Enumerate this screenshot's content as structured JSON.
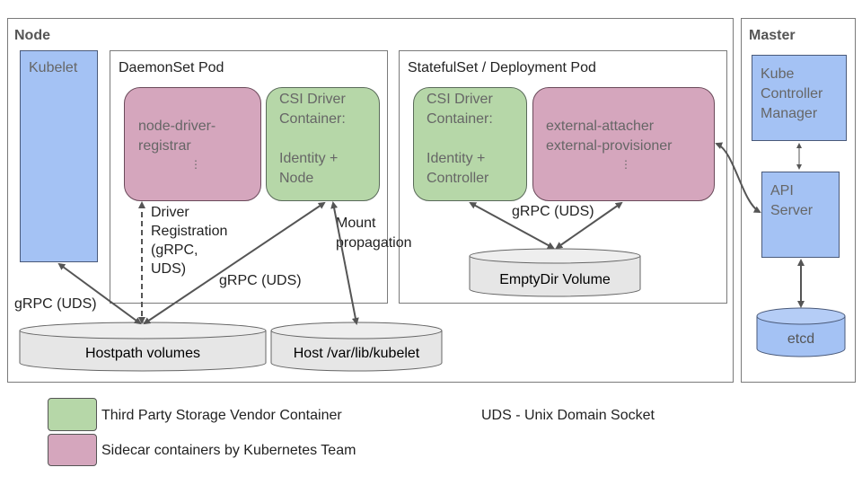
{
  "node": {
    "title": "Node",
    "kubelet": "Kubelet",
    "daemonset": {
      "title": "DaemonSet Pod",
      "registrar": "node-driver-\nregistrar",
      "registrar_dots": "⋮",
      "csi": "CSI Driver\nContainer:\n\nIdentity +\nNode"
    },
    "statefulset": {
      "title": "StatefulSet / Deployment Pod",
      "csi": "CSI Driver\nContainer:\n\nIdentity +\nController",
      "sidecars": "external-attacher\nexternal-provisioner",
      "sidecars_dots": "⋮",
      "emptydir": "EmptyDir Volume"
    },
    "hostpath": "Hostpath volumes",
    "host_kubelet": "Host /var/lib/kubelet"
  },
  "master": {
    "title": "Master",
    "controller_manager": "Kube\nController\nManager",
    "api_server": "API\nServer",
    "etcd": "etcd"
  },
  "labels": {
    "driver_registration": "Driver\nRegistration\n(gRPC,\nUDS)",
    "grpc_left": "gRPC (UDS)",
    "grpc_mid": "gRPC (UDS)",
    "grpc_right": "gRPC (UDS)",
    "mount_propagation": "Mount\npropagation"
  },
  "legend": {
    "green_label": "Third Party Storage Vendor Container",
    "pink_label": "Sidecar containers by Kubernetes Team",
    "uds_note": "UDS - Unix Domain Socket"
  },
  "colors": {
    "blue": "#a4c2f4",
    "green": "#b6d7a8",
    "pink": "#d5a6bd",
    "cylinder": "#e6e6e6"
  }
}
